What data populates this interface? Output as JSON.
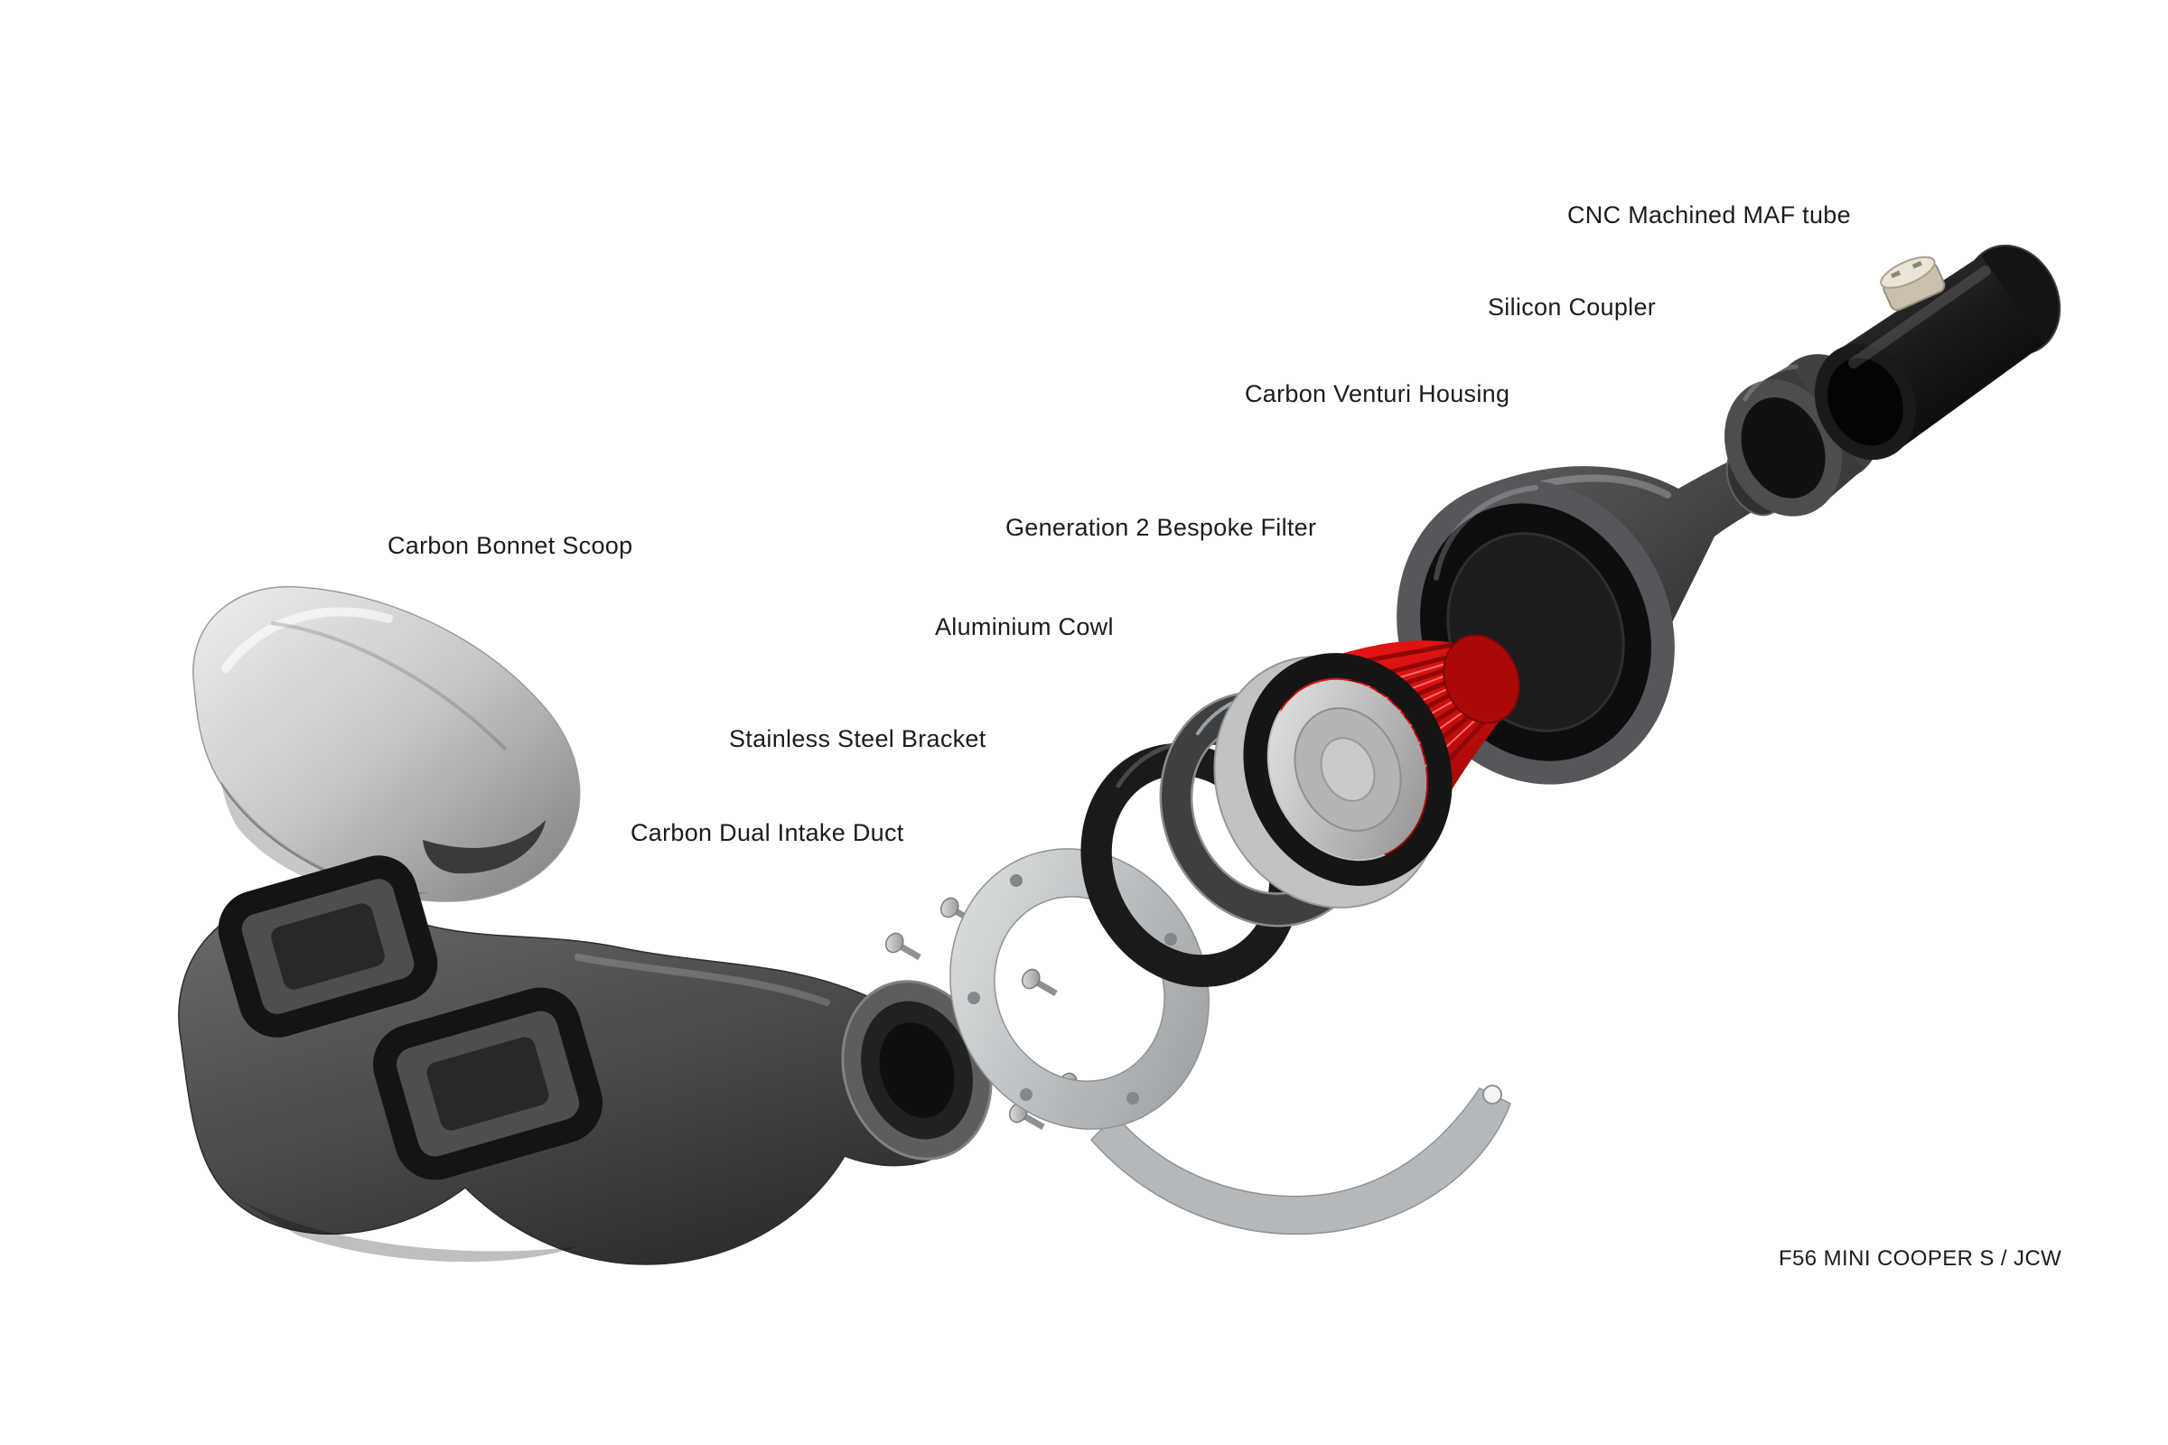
{
  "diagram": {
    "caption": "F56 MINI COOPER S / JCW",
    "labels": {
      "maf_tube": "CNC Machined MAF tube",
      "silicon_coupler": "Silicon Coupler",
      "venturi_housing": "Carbon Venturi Housing",
      "bespoke_filter": "Generation 2 Bespoke Filter",
      "aluminium_cowl": "Aluminium Cowl",
      "steel_bracket": "Stainless Steel Bracket",
      "intake_duct": "Carbon Dual Intake Duct",
      "bonnet_scoop": "Carbon Bonnet Scoop"
    },
    "parts": [
      {
        "id": "carbon-bonnet-scoop"
      },
      {
        "id": "carbon-dual-intake-duct"
      },
      {
        "id": "mounting-screws"
      },
      {
        "id": "stainless-steel-bracket"
      },
      {
        "id": "rubber-seal-ring"
      },
      {
        "id": "aluminium-cowl"
      },
      {
        "id": "generation-2-bespoke-filter"
      },
      {
        "id": "carbon-venturi-housing"
      },
      {
        "id": "silicon-coupler"
      },
      {
        "id": "cnc-machined-maf-tube"
      }
    ],
    "colors": {
      "background": "#ffffff",
      "label": "#1c1c1c",
      "filter_red": "#d01010",
      "filter_red_dark": "#8f0707",
      "carbon_grey": "#4b4c4e",
      "part_black": "#121214",
      "silver": "#c8c9ca",
      "bracket_silver": "#b9bcbe",
      "fitting_alloy": "#ece4d4"
    }
  }
}
